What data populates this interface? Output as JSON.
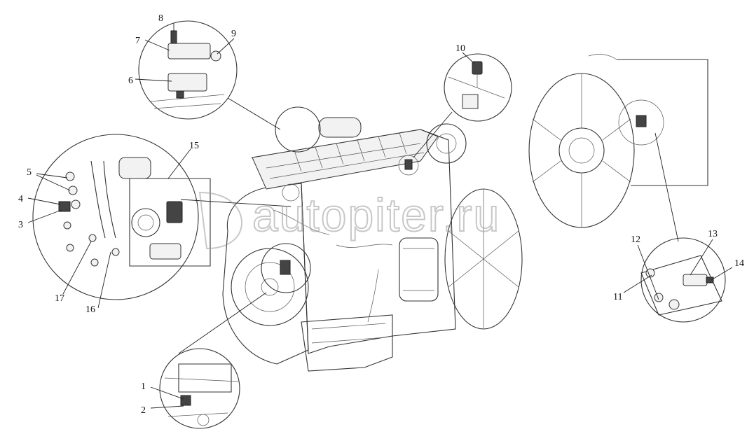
{
  "watermark": "autopiter.ru",
  "callouts": [
    "1",
    "2",
    "3",
    "4",
    "5",
    "6",
    "7",
    "8",
    "9",
    "10",
    "11",
    "12",
    "13",
    "14",
    "15",
    "16",
    "17"
  ]
}
